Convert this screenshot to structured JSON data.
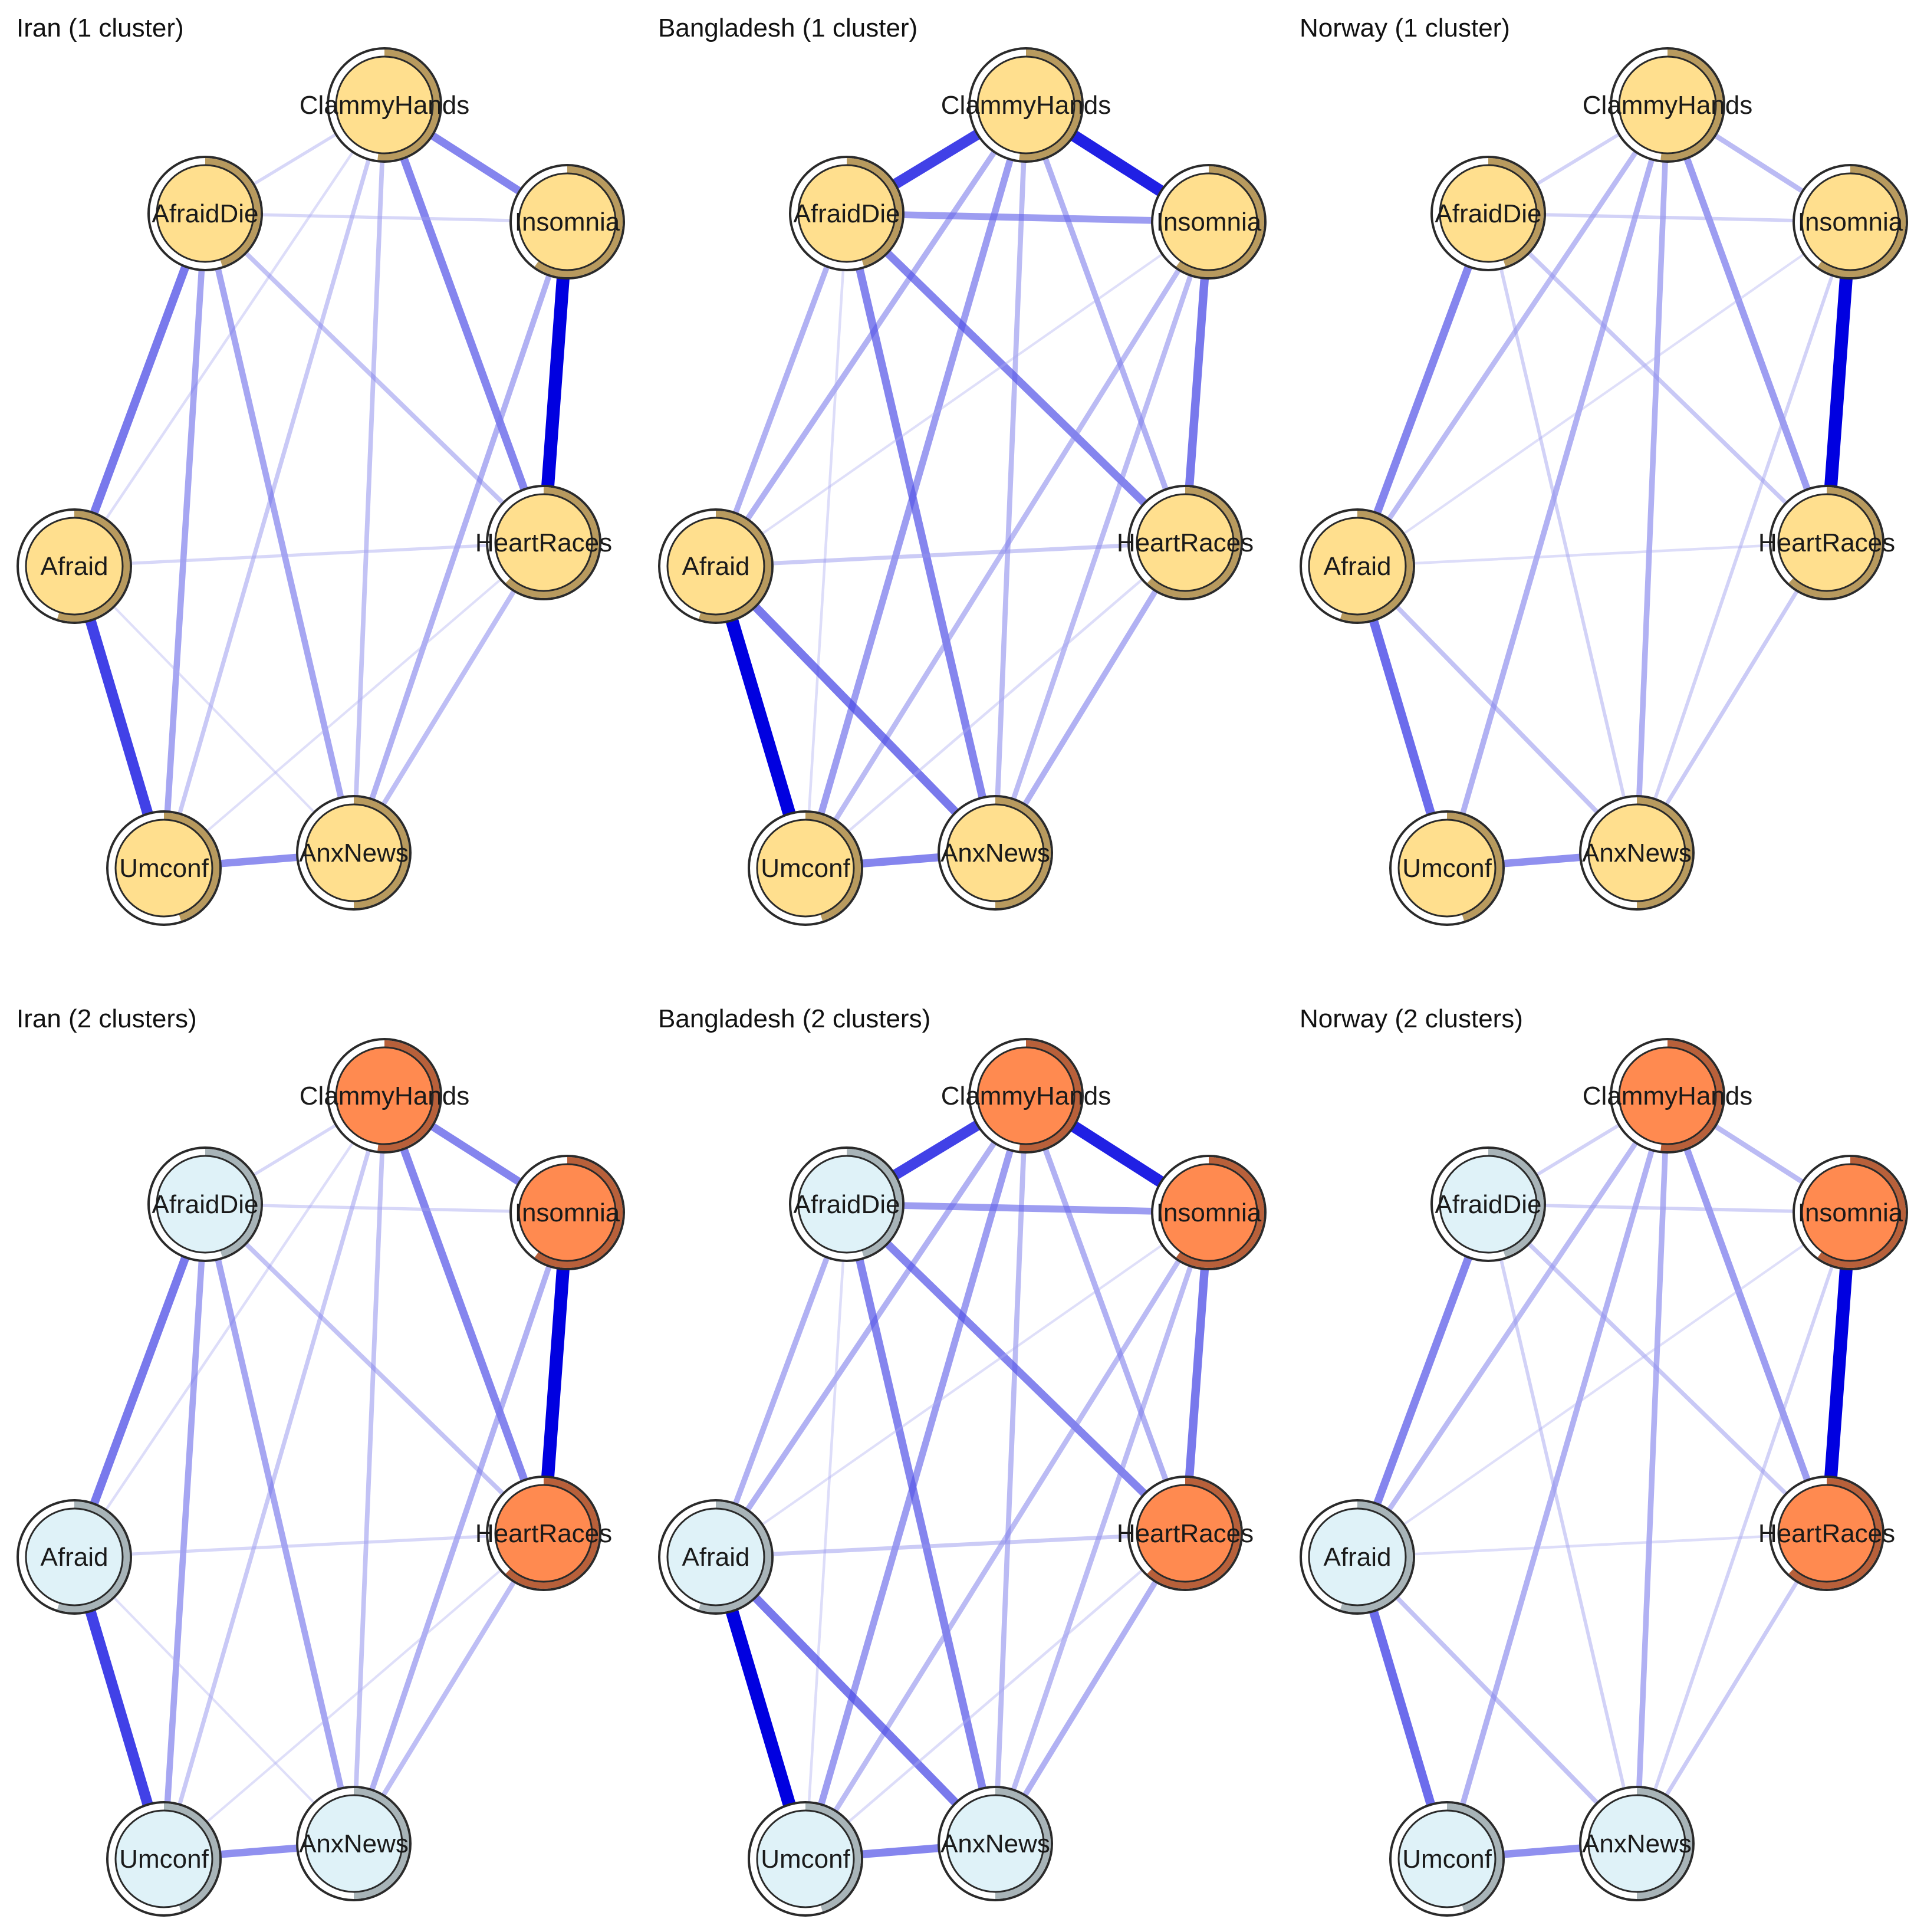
{
  "colors": {
    "edge": "#0000e0",
    "edge_faint": "#b8b8f0",
    "single_cluster_fill": "#ffdf8e",
    "single_cluster_ring": "#b89a5e",
    "cluster_a_fill": "#dff2f8",
    "cluster_a_ring": "#a8b4b8",
    "cluster_b_fill": "#ff8a50",
    "cluster_b_ring": "#b8603a"
  },
  "nodes": [
    "ClammyHands",
    "AfraidDie",
    "Insomnia",
    "Afraid",
    "HeartRaces",
    "Umconf",
    "AnxNews"
  ],
  "panels": [
    {
      "title": "Iran (1 cluster)",
      "clusters": [
        0,
        0,
        0,
        0,
        0,
        0,
        0
      ],
      "edges": [
        [
          "ClammyHands",
          "Insomnia",
          0.55
        ],
        [
          "ClammyHands",
          "HeartRaces",
          0.55
        ],
        [
          "ClammyHands",
          "AfraidDie",
          0.12
        ],
        [
          "ClammyHands",
          "Afraid",
          0.08
        ],
        [
          "ClammyHands",
          "Umconf",
          0.22
        ],
        [
          "ClammyHands",
          "AnxNews",
          0.25
        ],
        [
          "AfraidDie",
          "Insomnia",
          0.12
        ],
        [
          "AfraidDie",
          "Afraid",
          0.6
        ],
        [
          "AfraidDie",
          "Umconf",
          0.4
        ],
        [
          "AfraidDie",
          "AnxNews",
          0.4
        ],
        [
          "AfraidDie",
          "HeartRaces",
          0.25
        ],
        [
          "Insomnia",
          "HeartRaces",
          1.0
        ],
        [
          "Insomnia",
          "AnxNews",
          0.35
        ],
        [
          "Afraid",
          "HeartRaces",
          0.12
        ],
        [
          "Afraid",
          "Umconf",
          0.8
        ],
        [
          "Afraid",
          "AnxNews",
          0.06
        ],
        [
          "HeartRaces",
          "AnxNews",
          0.28
        ],
        [
          "HeartRaces",
          "Umconf",
          0.06
        ],
        [
          "Umconf",
          "AnxNews",
          0.5
        ]
      ]
    },
    {
      "title": "Bangladesh (1 cluster)",
      "clusters": [
        0,
        0,
        0,
        0,
        0,
        0,
        0
      ],
      "edges": [
        [
          "ClammyHands",
          "AfraidDie",
          0.8
        ],
        [
          "ClammyHands",
          "Insomnia",
          0.9
        ],
        [
          "ClammyHands",
          "HeartRaces",
          0.35
        ],
        [
          "ClammyHands",
          "Afraid",
          0.35
        ],
        [
          "ClammyHands",
          "Umconf",
          0.45
        ],
        [
          "ClammyHands",
          "AnxNews",
          0.3
        ],
        [
          "AfraidDie",
          "Insomnia",
          0.45
        ],
        [
          "AfraidDie",
          "HeartRaces",
          0.55
        ],
        [
          "AfraidDie",
          "AnxNews",
          0.55
        ],
        [
          "AfraidDie",
          "Afraid",
          0.35
        ],
        [
          "AfraidDie",
          "Umconf",
          0.08
        ],
        [
          "Insomnia",
          "HeartRaces",
          0.6
        ],
        [
          "Insomnia",
          "Umconf",
          0.3
        ],
        [
          "Insomnia",
          "AnxNews",
          0.3
        ],
        [
          "Insomnia",
          "Afraid",
          0.06
        ],
        [
          "Afraid",
          "HeartRaces",
          0.2
        ],
        [
          "Afraid",
          "Umconf",
          1.0
        ],
        [
          "Afraid",
          "AnxNews",
          0.6
        ],
        [
          "HeartRaces",
          "AnxNews",
          0.35
        ],
        [
          "HeartRaces",
          "Umconf",
          0.08
        ],
        [
          "Umconf",
          "AnxNews",
          0.55
        ]
      ]
    },
    {
      "title": "Norway (1 cluster)",
      "clusters": [
        0,
        0,
        0,
        0,
        0,
        0,
        0
      ],
      "edges": [
        [
          "ClammyHands",
          "Insomnia",
          0.3
        ],
        [
          "ClammyHands",
          "HeartRaces",
          0.45
        ],
        [
          "ClammyHands",
          "AfraidDie",
          0.15
        ],
        [
          "ClammyHands",
          "Afraid",
          0.3
        ],
        [
          "ClammyHands",
          "Umconf",
          0.35
        ],
        [
          "ClammyHands",
          "AnxNews",
          0.35
        ],
        [
          "AfraidDie",
          "Insomnia",
          0.15
        ],
        [
          "AfraidDie",
          "Afraid",
          0.55
        ],
        [
          "AfraidDie",
          "AnxNews",
          0.15
        ],
        [
          "AfraidDie",
          "HeartRaces",
          0.22
        ],
        [
          "Insomnia",
          "HeartRaces",
          1.0
        ],
        [
          "Insomnia",
          "AnxNews",
          0.15
        ],
        [
          "Insomnia",
          "Afraid",
          0.06
        ],
        [
          "Afraid",
          "HeartRaces",
          0.08
        ],
        [
          "Afraid",
          "Umconf",
          0.65
        ],
        [
          "Afraid",
          "AnxNews",
          0.25
        ],
        [
          "HeartRaces",
          "AnxNews",
          0.2
        ],
        [
          "Umconf",
          "AnxNews",
          0.5
        ]
      ]
    },
    {
      "title": "Iran (2 clusters)",
      "clusters": [
        1,
        0,
        1,
        0,
        1,
        0,
        0
      ],
      "edges": [
        [
          "ClammyHands",
          "Insomnia",
          0.55
        ],
        [
          "ClammyHands",
          "HeartRaces",
          0.55
        ],
        [
          "ClammyHands",
          "AfraidDie",
          0.12
        ],
        [
          "ClammyHands",
          "Afraid",
          0.08
        ],
        [
          "ClammyHands",
          "Umconf",
          0.22
        ],
        [
          "ClammyHands",
          "AnxNews",
          0.25
        ],
        [
          "AfraidDie",
          "Insomnia",
          0.12
        ],
        [
          "AfraidDie",
          "Afraid",
          0.6
        ],
        [
          "AfraidDie",
          "Umconf",
          0.4
        ],
        [
          "AfraidDie",
          "AnxNews",
          0.4
        ],
        [
          "AfraidDie",
          "HeartRaces",
          0.25
        ],
        [
          "Insomnia",
          "HeartRaces",
          1.0
        ],
        [
          "Insomnia",
          "AnxNews",
          0.35
        ],
        [
          "Afraid",
          "HeartRaces",
          0.12
        ],
        [
          "Afraid",
          "Umconf",
          0.8
        ],
        [
          "Afraid",
          "AnxNews",
          0.06
        ],
        [
          "HeartRaces",
          "AnxNews",
          0.28
        ],
        [
          "HeartRaces",
          "Umconf",
          0.06
        ],
        [
          "Umconf",
          "AnxNews",
          0.5
        ]
      ]
    },
    {
      "title": "Bangladesh (2 clusters)",
      "clusters": [
        1,
        0,
        1,
        0,
        1,
        0,
        0
      ],
      "edges": [
        [
          "ClammyHands",
          "AfraidDie",
          0.8
        ],
        [
          "ClammyHands",
          "Insomnia",
          0.9
        ],
        [
          "ClammyHands",
          "HeartRaces",
          0.35
        ],
        [
          "ClammyHands",
          "Afraid",
          0.35
        ],
        [
          "ClammyHands",
          "Umconf",
          0.45
        ],
        [
          "ClammyHands",
          "AnxNews",
          0.3
        ],
        [
          "AfraidDie",
          "Insomnia",
          0.45
        ],
        [
          "AfraidDie",
          "HeartRaces",
          0.55
        ],
        [
          "AfraidDie",
          "AnxNews",
          0.55
        ],
        [
          "AfraidDie",
          "Afraid",
          0.35
        ],
        [
          "AfraidDie",
          "Umconf",
          0.08
        ],
        [
          "Insomnia",
          "HeartRaces",
          0.6
        ],
        [
          "Insomnia",
          "Umconf",
          0.3
        ],
        [
          "Insomnia",
          "AnxNews",
          0.3
        ],
        [
          "Insomnia",
          "Afraid",
          0.06
        ],
        [
          "Afraid",
          "HeartRaces",
          0.2
        ],
        [
          "Afraid",
          "Umconf",
          1.0
        ],
        [
          "Afraid",
          "AnxNews",
          0.6
        ],
        [
          "HeartRaces",
          "AnxNews",
          0.35
        ],
        [
          "HeartRaces",
          "Umconf",
          0.08
        ],
        [
          "Umconf",
          "AnxNews",
          0.55
        ]
      ]
    },
    {
      "title": "Norway (2 clusters)",
      "clusters": [
        1,
        0,
        1,
        0,
        1,
        0,
        0
      ],
      "edges": [
        [
          "ClammyHands",
          "Insomnia",
          0.3
        ],
        [
          "ClammyHands",
          "HeartRaces",
          0.45
        ],
        [
          "ClammyHands",
          "AfraidDie",
          0.15
        ],
        [
          "ClammyHands",
          "Afraid",
          0.3
        ],
        [
          "ClammyHands",
          "Umconf",
          0.35
        ],
        [
          "ClammyHands",
          "AnxNews",
          0.35
        ],
        [
          "AfraidDie",
          "Insomnia",
          0.15
        ],
        [
          "AfraidDie",
          "Afraid",
          0.55
        ],
        [
          "AfraidDie",
          "AnxNews",
          0.15
        ],
        [
          "AfraidDie",
          "HeartRaces",
          0.22
        ],
        [
          "Insomnia",
          "HeartRaces",
          1.0
        ],
        [
          "Insomnia",
          "AnxNews",
          0.15
        ],
        [
          "Insomnia",
          "Afraid",
          0.06
        ],
        [
          "Afraid",
          "HeartRaces",
          0.08
        ],
        [
          "Afraid",
          "Umconf",
          0.65
        ],
        [
          "Afraid",
          "AnxNews",
          0.25
        ],
        [
          "HeartRaces",
          "AnxNews",
          0.2
        ],
        [
          "Umconf",
          "AnxNews",
          0.5
        ]
      ]
    }
  ]
}
